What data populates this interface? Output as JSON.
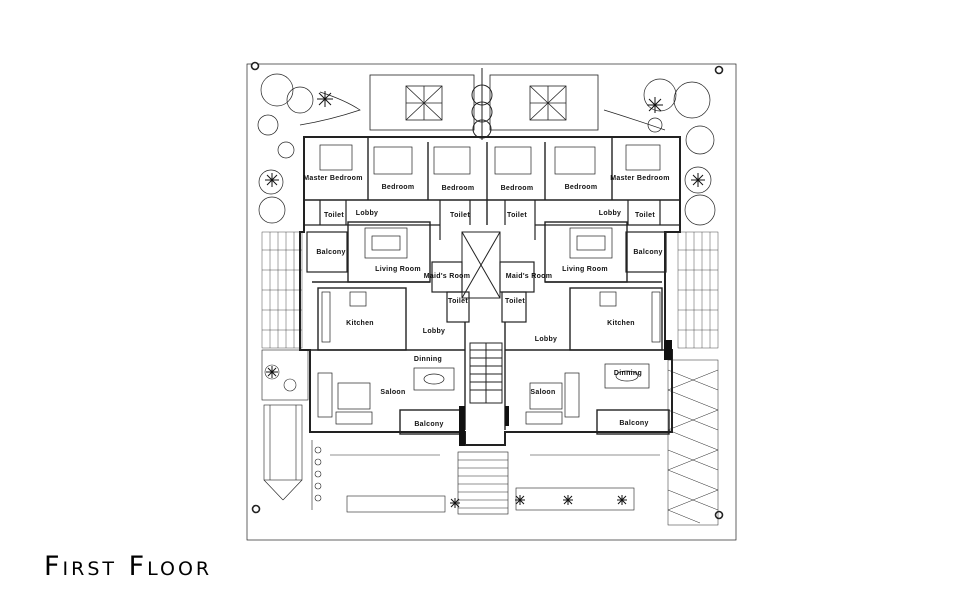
{
  "caption": "First Floor",
  "rooms": {
    "master_bedroom_left": "Master Bedroom",
    "bedroom_1": "Bedroom",
    "bedroom_2": "Bedroom",
    "bedroom_3": "Bedroom",
    "bedroom_4": "Bedroom",
    "master_bedroom_right": "Master Bedroom",
    "toilet_1": "Toilet",
    "toilet_2": "Toilet",
    "toilet_3": "Toilet",
    "toilet_4": "Toilet",
    "toilet_5": "Toilet",
    "toilet_6": "Toilet",
    "lobby_1": "Lobby",
    "lobby_2": "Lobby",
    "lobby_3": "Lobby",
    "lobby_4": "Lobby",
    "balcony_left": "Balcony",
    "balcony_right": "Balcony",
    "balcony_bottom_left": "Balcony",
    "balcony_bottom_right": "Balcony",
    "living_room_left": "Living Room",
    "living_room_right": "Living Room",
    "maids_room_left": "Maid's Room",
    "maids_room_right": "Maid's Room",
    "kitchen_left": "Kitchen",
    "kitchen_right": "Kitchen",
    "dinning_left": "Dinning",
    "dinning_right": "Dinning",
    "saloon_left": "Saloon",
    "saloon_right": "Saloon"
  }
}
